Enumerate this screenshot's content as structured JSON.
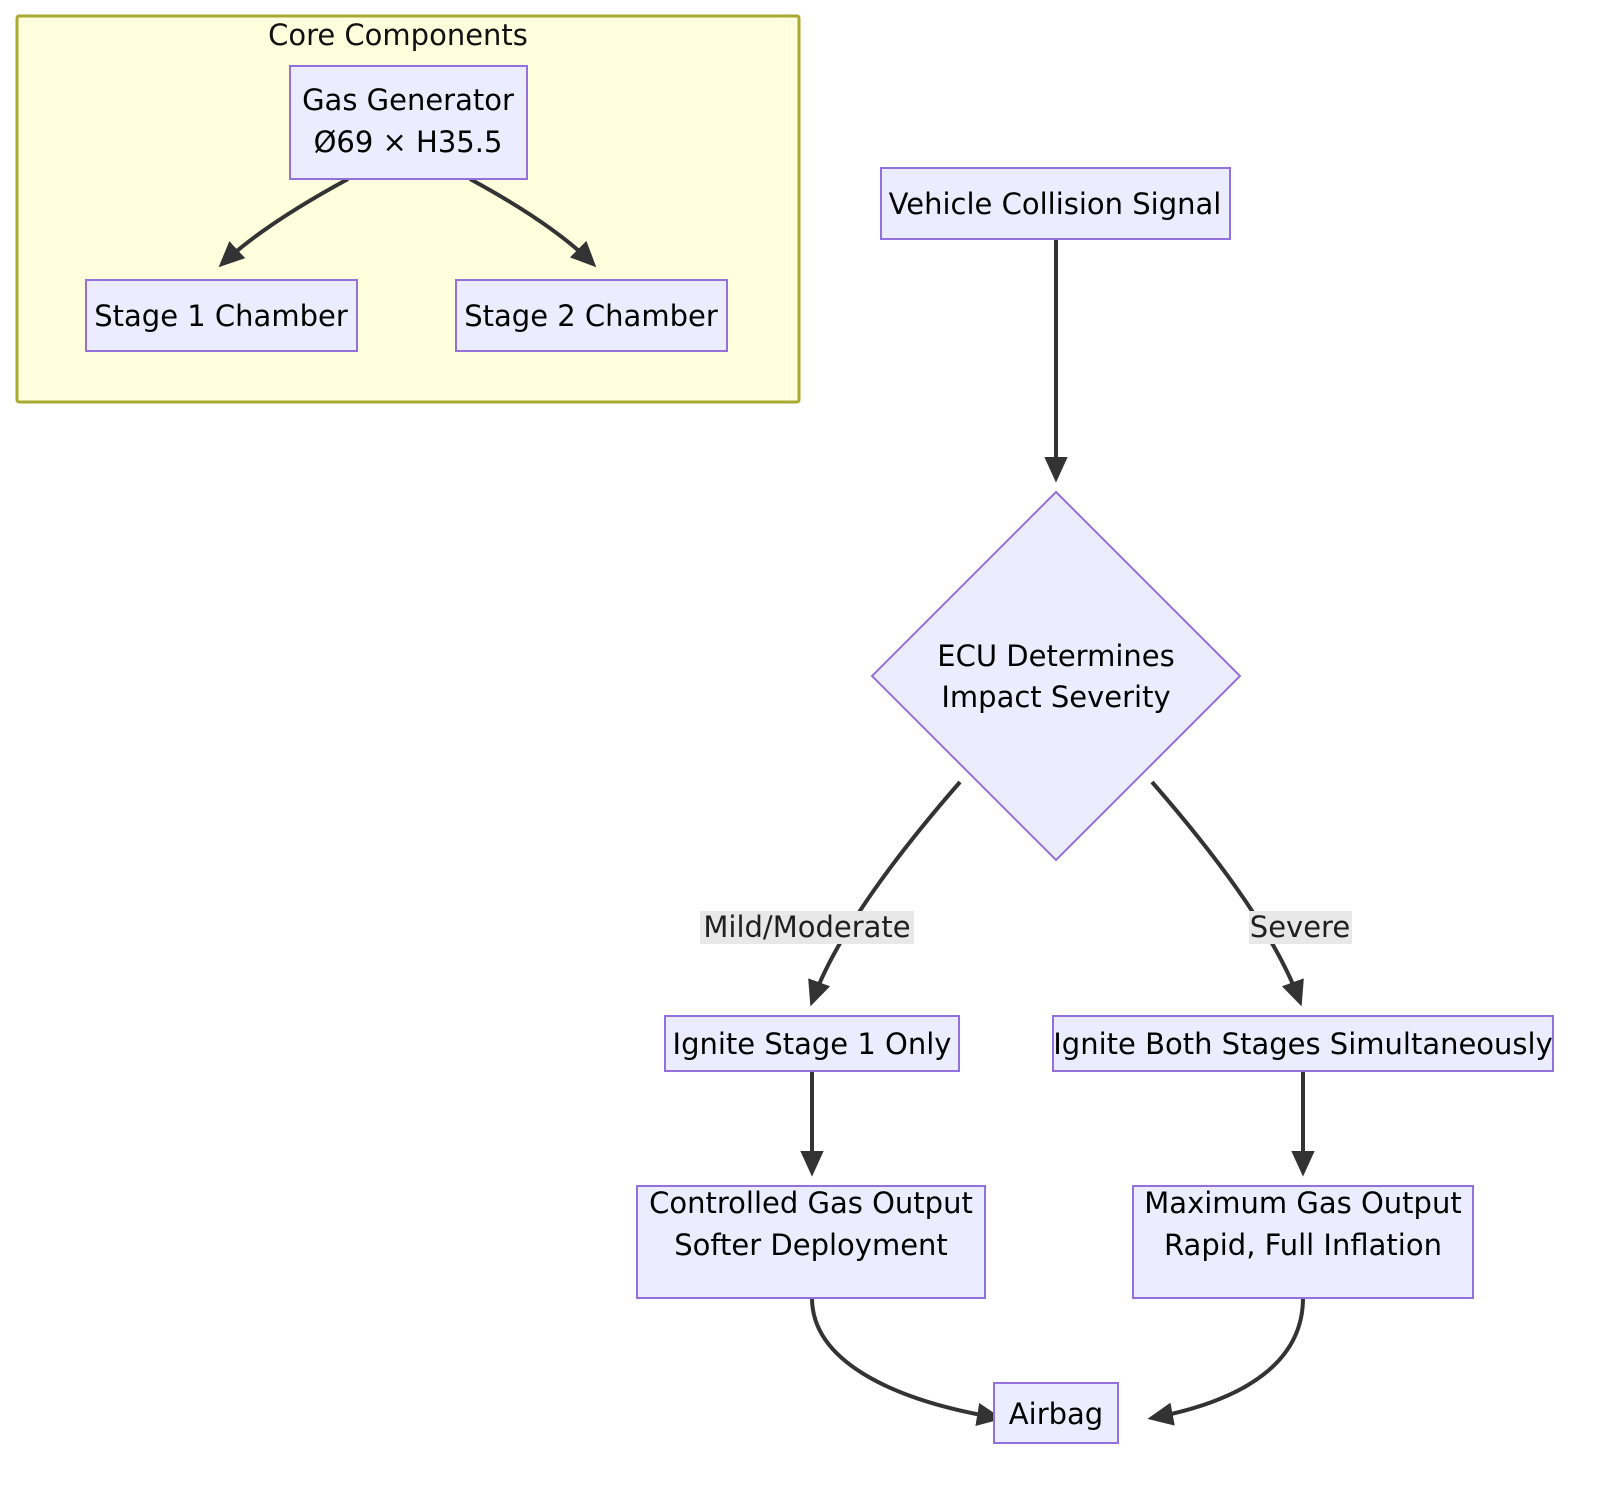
{
  "diagram": {
    "type": "flowchart",
    "direction": "top-down",
    "background_color": "#ffffff",
    "node_fill": "#ececff",
    "node_stroke": "#9370db",
    "edge_color": "#333333",
    "cluster_fill": "#ffffde",
    "cluster_stroke": "#aaaa33",
    "edge_label_bg": "#e8e8e8"
  },
  "clusters": [
    {
      "id": "core-components",
      "title": "Core Components"
    }
  ],
  "nodes": [
    {
      "id": "gas-generator",
      "shape": "rect",
      "lines": [
        "Gas Generator",
        "Ø69 × H35.5"
      ]
    },
    {
      "id": "stage-1-chamber",
      "shape": "rect",
      "lines": [
        "Stage 1 Chamber"
      ]
    },
    {
      "id": "stage-2-chamber",
      "shape": "rect",
      "lines": [
        "Stage 2 Chamber"
      ]
    },
    {
      "id": "vehicle-collision-signal",
      "shape": "rect",
      "lines": [
        "Vehicle Collision Signal"
      ]
    },
    {
      "id": "ecu-determines-impact-severity",
      "shape": "diamond",
      "lines": [
        "ECU Determines",
        "Impact Severity"
      ]
    },
    {
      "id": "ignite-stage-1-only",
      "shape": "rect",
      "lines": [
        "Ignite Stage 1 Only"
      ]
    },
    {
      "id": "ignite-both-stages",
      "shape": "rect",
      "lines": [
        "Ignite Both Stages Simultaneously"
      ]
    },
    {
      "id": "controlled-gas-output",
      "shape": "rect",
      "lines": [
        "Controlled Gas Output",
        "Softer Deployment"
      ]
    },
    {
      "id": "maximum-gas-output",
      "shape": "rect",
      "lines": [
        "Maximum Gas Output",
        "Rapid, Full Inflation"
      ]
    },
    {
      "id": "airbag",
      "shape": "rect",
      "lines": [
        "Airbag"
      ]
    }
  ],
  "edges": [
    {
      "from": "gas-generator",
      "to": "stage-1-chamber",
      "label": ""
    },
    {
      "from": "gas-generator",
      "to": "stage-2-chamber",
      "label": ""
    },
    {
      "from": "vehicle-collision-signal",
      "to": "ecu-determines-impact-severity",
      "label": ""
    },
    {
      "from": "ecu-determines-impact-severity",
      "to": "ignite-stage-1-only",
      "label": "Mild/Moderate"
    },
    {
      "from": "ecu-determines-impact-severity",
      "to": "ignite-both-stages",
      "label": "Severe"
    },
    {
      "from": "ignite-stage-1-only",
      "to": "controlled-gas-output",
      "label": ""
    },
    {
      "from": "ignite-both-stages",
      "to": "maximum-gas-output",
      "label": ""
    },
    {
      "from": "controlled-gas-output",
      "to": "airbag",
      "label": ""
    },
    {
      "from": "maximum-gas-output",
      "to": "airbag",
      "label": ""
    }
  ],
  "labels": {
    "cluster_core_components": "Core Components",
    "gas_generator_line1": "Gas Generator",
    "gas_generator_line2": "Ø69 × H35.5",
    "stage_1_chamber": "Stage 1 Chamber",
    "stage_2_chamber": "Stage 2 Chamber",
    "vehicle_collision_signal": "Vehicle Collision Signal",
    "ecu_line1": "ECU Determines",
    "ecu_line2": "Impact Severity",
    "ignite_stage_1_only": "Ignite Stage 1 Only",
    "ignite_both_stages": "Ignite Both Stages Simultaneously",
    "controlled_gas_line1": "Controlled Gas Output",
    "controlled_gas_line2": "Softer Deployment",
    "maximum_gas_line1": "Maximum Gas Output",
    "maximum_gas_line2": "Rapid, Full Inflation",
    "airbag": "Airbag",
    "edge_mild_moderate": "Mild/Moderate",
    "edge_severe": "Severe"
  }
}
